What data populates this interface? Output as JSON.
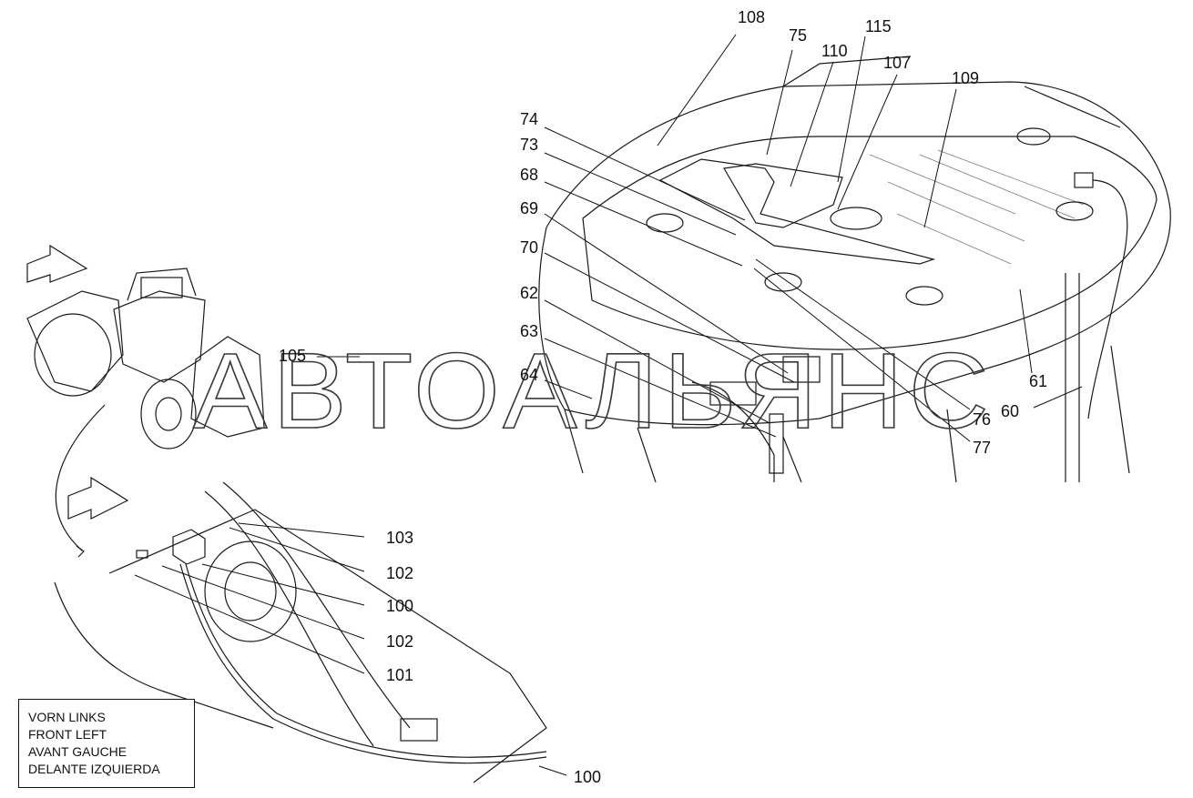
{
  "watermark": "АВТОАЛЬЯНС",
  "orientation_legend": [
    "VORN LINKS",
    "FRONT LEFT",
    "AVANT GAUCHE",
    "DELANTE IZQUIERDA"
  ],
  "labels": {
    "p108": "108",
    "p75": "75",
    "p110": "110",
    "p115": "115",
    "p107": "107",
    "p109": "109",
    "p74": "74",
    "p73": "73",
    "p68": "68",
    "p69": "69",
    "p70": "70",
    "p62": "62",
    "p63": "63",
    "p64": "64",
    "p105": "105",
    "p76": "76",
    "p77": "77",
    "p61": "61",
    "p60": "60",
    "p103": "103",
    "p102a": "102",
    "p100a": "100",
    "p102b": "102",
    "p101": "101",
    "p100b": "100"
  }
}
